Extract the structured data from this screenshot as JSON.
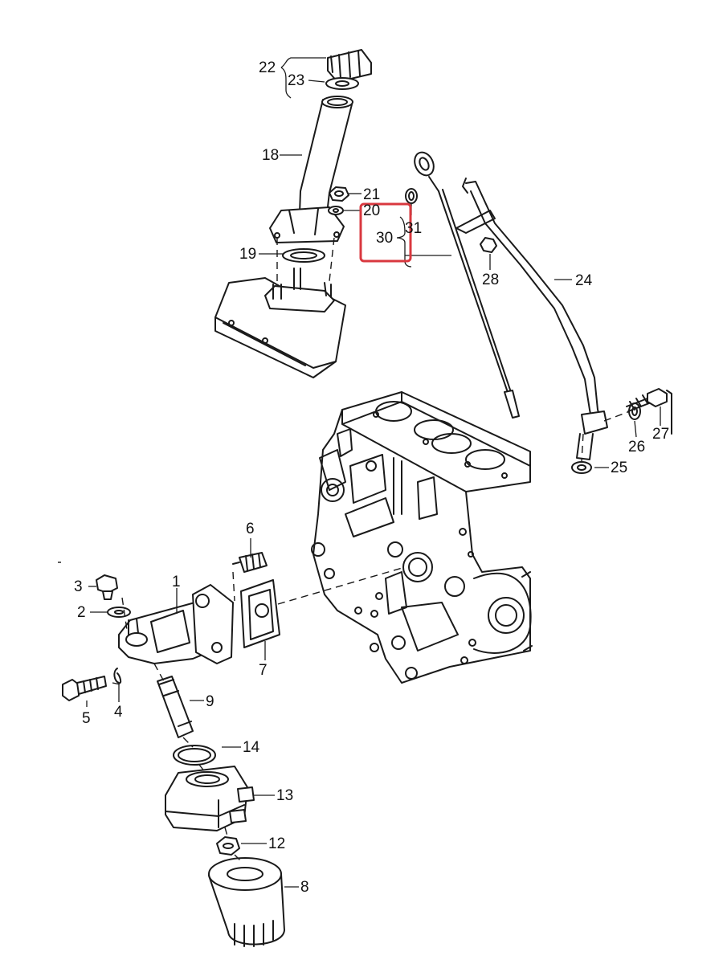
{
  "highlight": {
    "color": "#d9383f"
  },
  "callouts": [
    {
      "id": "c1",
      "text": "1"
    },
    {
      "id": "c2",
      "text": "2"
    },
    {
      "id": "c3",
      "text": "3"
    },
    {
      "id": "c4",
      "text": "4"
    },
    {
      "id": "c5",
      "text": "5"
    },
    {
      "id": "c6",
      "text": "6"
    },
    {
      "id": "c7",
      "text": "7"
    },
    {
      "id": "c8",
      "text": "8"
    },
    {
      "id": "c9",
      "text": "9"
    },
    {
      "id": "c12",
      "text": "12"
    },
    {
      "id": "c13",
      "text": "13"
    },
    {
      "id": "c14",
      "text": "14"
    },
    {
      "id": "c18",
      "text": "18"
    },
    {
      "id": "c19",
      "text": "19"
    },
    {
      "id": "c20",
      "text": "20"
    },
    {
      "id": "c21",
      "text": "21"
    },
    {
      "id": "c22",
      "text": "22"
    },
    {
      "id": "c23",
      "text": "23"
    },
    {
      "id": "c24",
      "text": "24"
    },
    {
      "id": "c25",
      "text": "25"
    },
    {
      "id": "c26",
      "text": "26"
    },
    {
      "id": "c27",
      "text": "27"
    },
    {
      "id": "c28",
      "text": "28"
    },
    {
      "id": "c30",
      "text": "30"
    },
    {
      "id": "c31",
      "text": "31"
    }
  ]
}
